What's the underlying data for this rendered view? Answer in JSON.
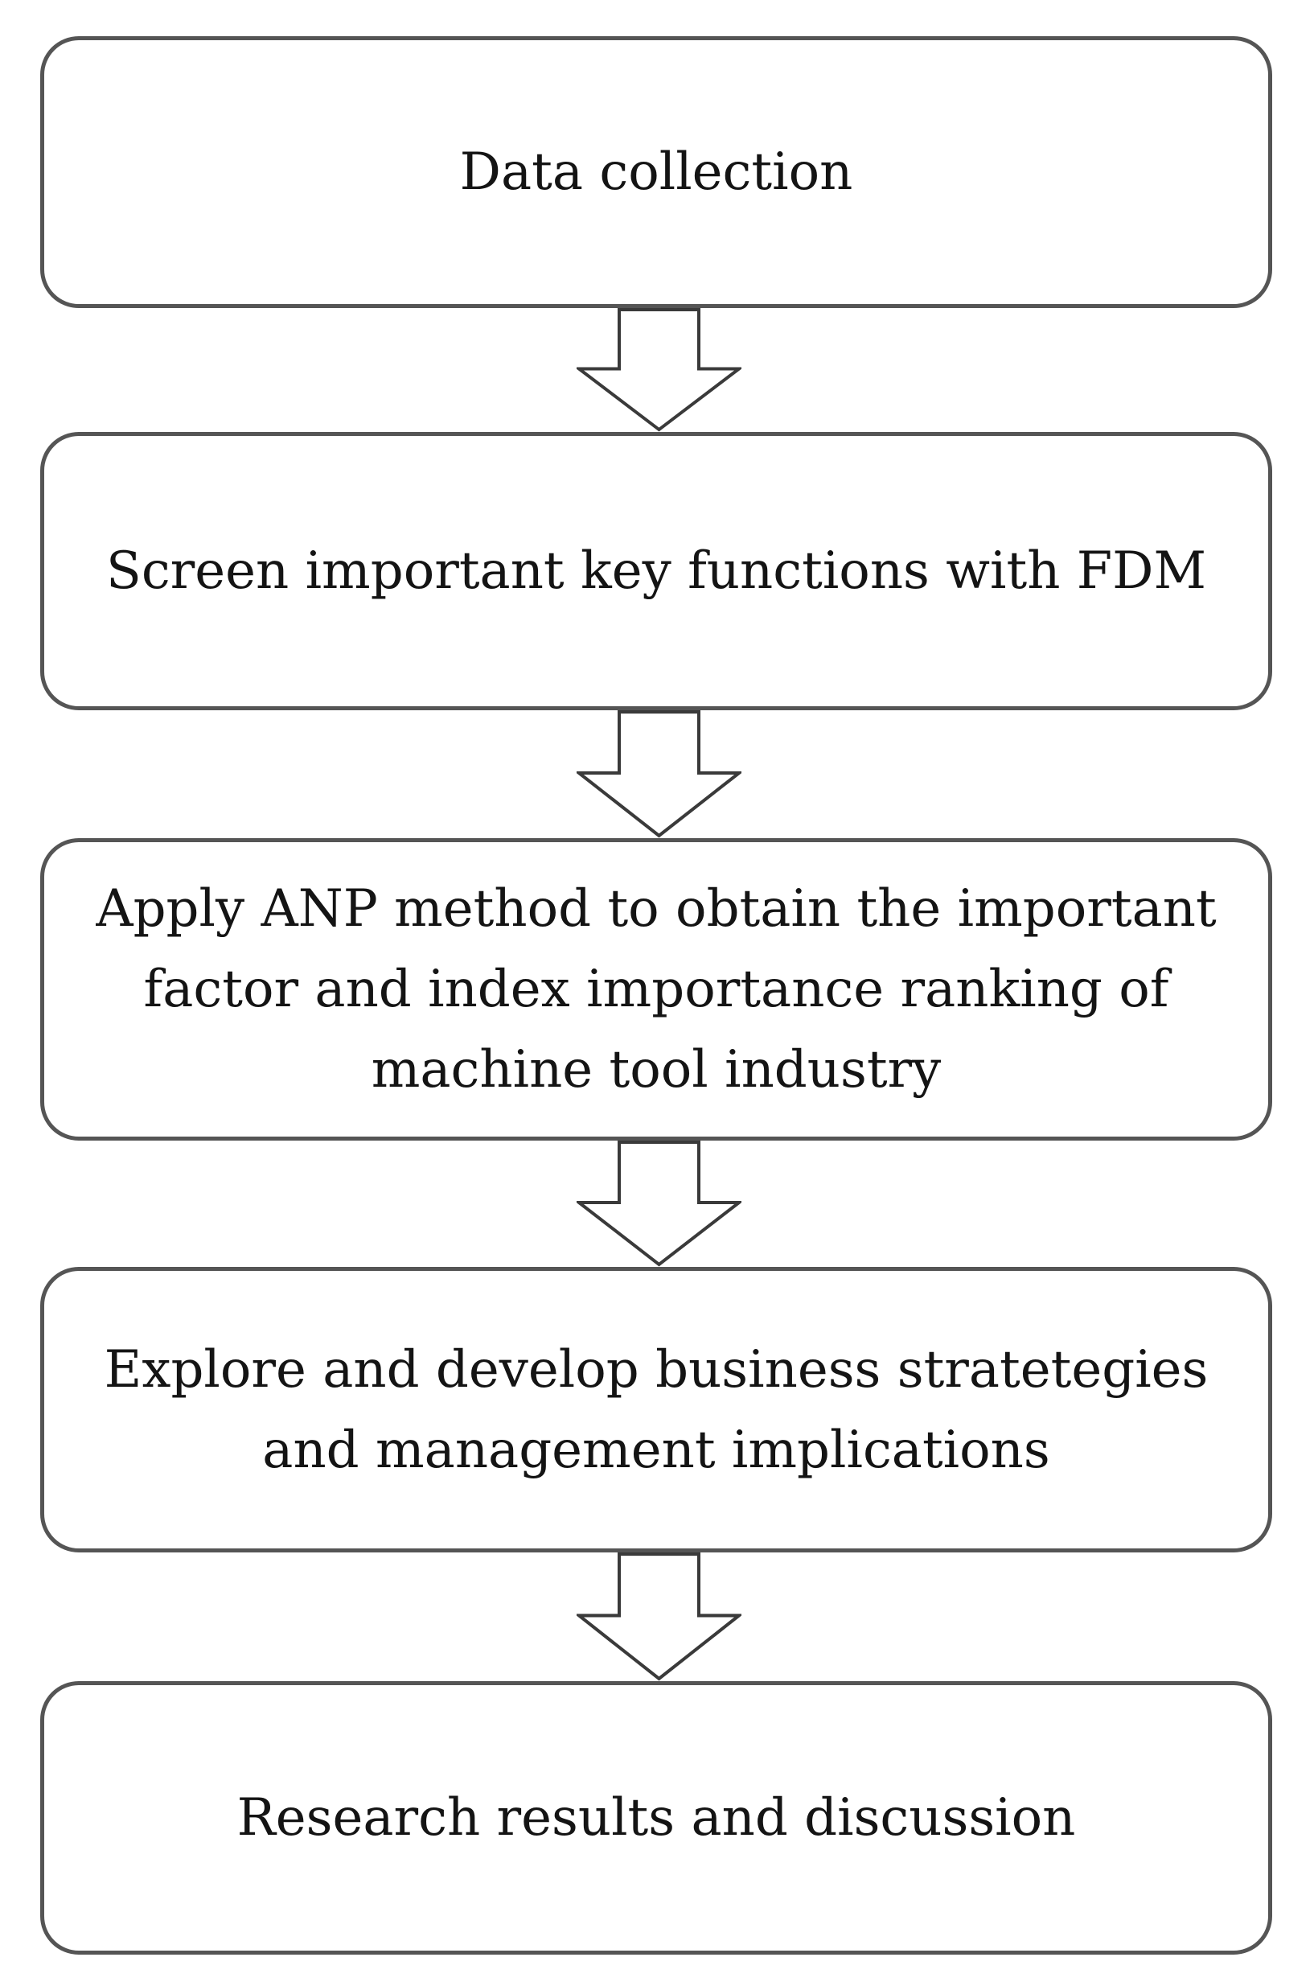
{
  "diagram": {
    "type": "flowchart",
    "direction": "top-down",
    "background_color": "#ffffff",
    "box_border_color": "#555555",
    "box_fill_color": "#ffffff",
    "text_color": "#141414",
    "arrow_outline_color": "#3a3a3a",
    "arrow_fill_color": "#ffffff",
    "steps": [
      {
        "name": "data-collection",
        "label": "Data collection",
        "lines": [
          "Data collection"
        ]
      },
      {
        "name": "screen-key-functions-fdm",
        "label": "Screen important key functions with FDM",
        "lines": [
          "Screen important key functions with FDM"
        ]
      },
      {
        "name": "apply-anp-ranking",
        "label": "Apply ANP method to obtain the important factor and index importance ranking of machine tool industry",
        "lines": [
          "Apply ANP method to obtain the important",
          "factor and index importance ranking of",
          "machine tool industry"
        ]
      },
      {
        "name": "explore-develop-strategies",
        "label": "Explore and develop business stratetegies and management implications",
        "lines": [
          "Explore and develop business stratetegies",
          "and management implications"
        ]
      },
      {
        "name": "research-results-discussion",
        "label": "Research results and discussion",
        "lines": [
          "Research results and discussion"
        ]
      }
    ],
    "connectors": [
      {
        "from": 0,
        "to": 1,
        "shape": "block-arrow-down"
      },
      {
        "from": 1,
        "to": 2,
        "shape": "block-arrow-down"
      },
      {
        "from": 2,
        "to": 3,
        "shape": "block-arrow-down"
      },
      {
        "from": 3,
        "to": 4,
        "shape": "block-arrow-down"
      }
    ]
  }
}
